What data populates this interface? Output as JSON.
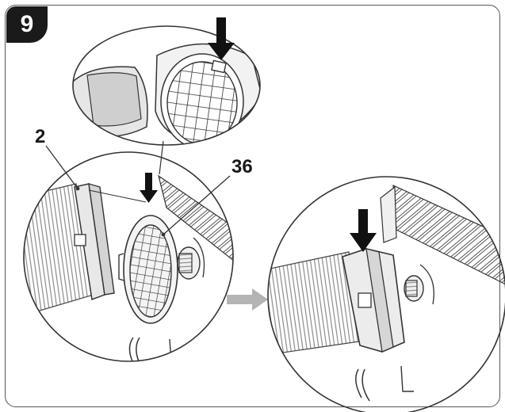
{
  "step": {
    "number": "9"
  },
  "labels": {
    "part_hose": "2",
    "part_filter": "36"
  },
  "colors": {
    "line": "#333333",
    "badge": "#1a1a1a",
    "arrow_black": "#111111",
    "arrow_grey": "#b4b4b4"
  }
}
